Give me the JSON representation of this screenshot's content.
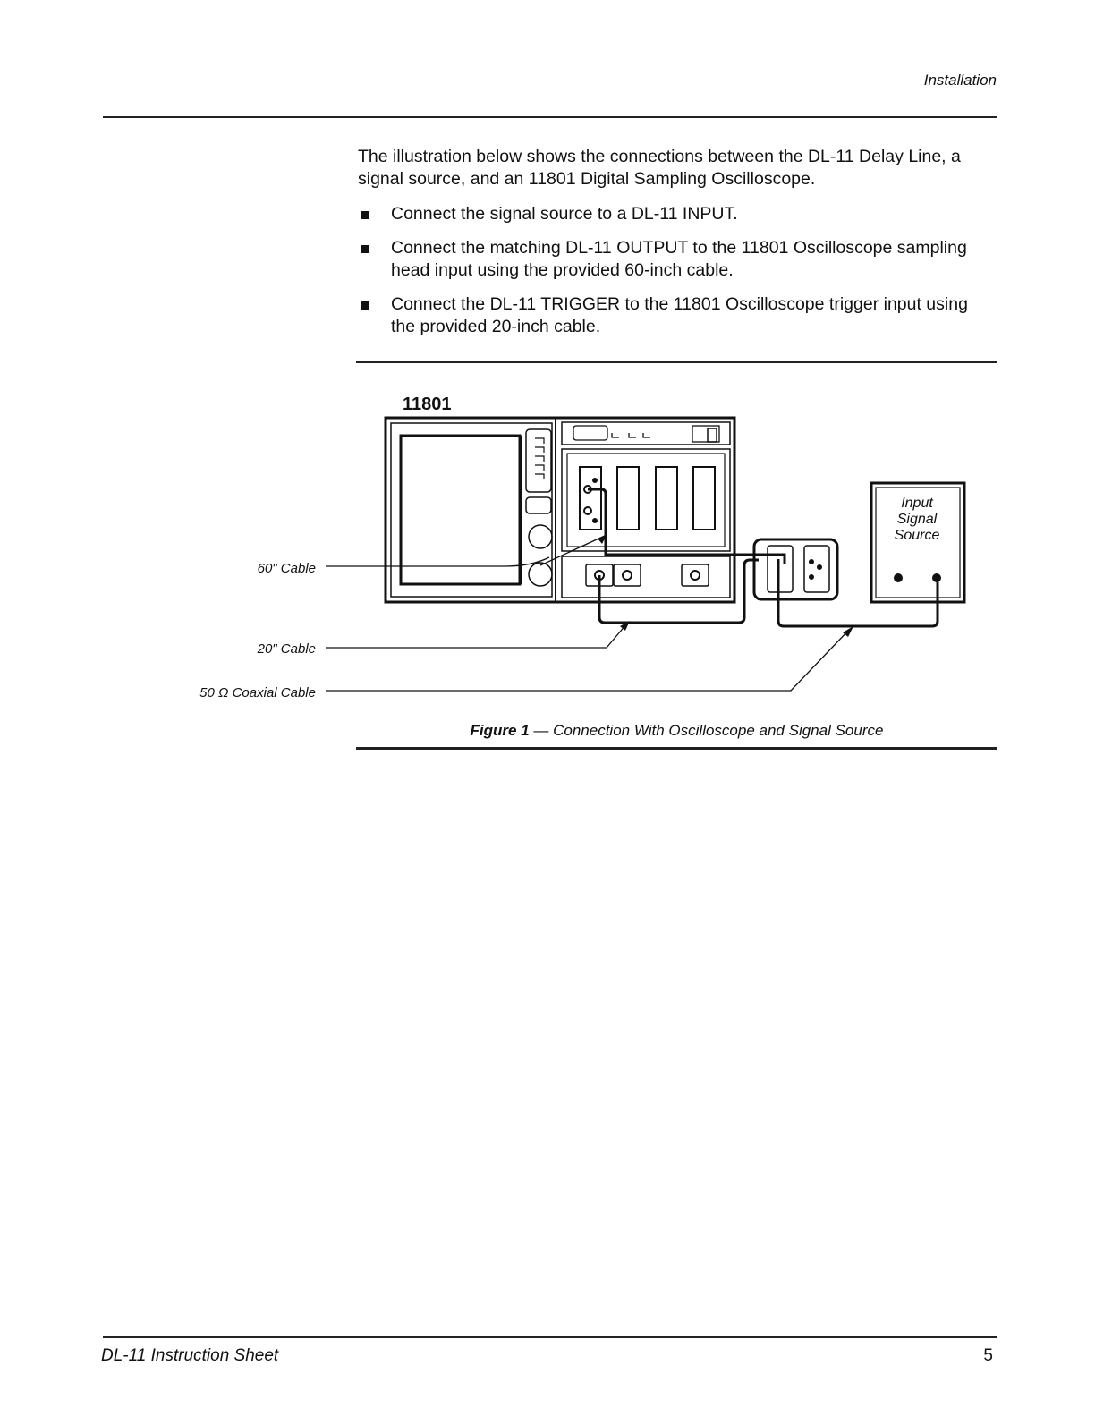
{
  "header": {
    "section": "Installation"
  },
  "intro": "The illustration below shows the connections between the DL-11 Delay Line, a signal source, and an 11801 Digital Sampling Oscilloscope.",
  "steps": [
    "Connect the signal source to a DL-11 INPUT.",
    "Connect the matching DL-11 OUTPUT to the 11801 Oscilloscope sampling head input using the provided 60-inch cable.",
    "Connect the DL-11 TRIGGER to the 11801 Oscilloscope trigger input using the provided 20-inch cable."
  ],
  "figure": {
    "instrument_label": "11801",
    "source_label": [
      "Input",
      "Signal",
      "Source"
    ],
    "callouts": {
      "cable_60": "60\" Cable",
      "cable_20": "20\" Cable",
      "coax": "50 Ω  Coaxial Cable"
    },
    "caption_number": "Figure 1",
    "caption_text": " — Connection With Oscilloscope and Signal Source"
  },
  "footer": {
    "title": "DL-11 Instruction Sheet",
    "page": "5"
  }
}
